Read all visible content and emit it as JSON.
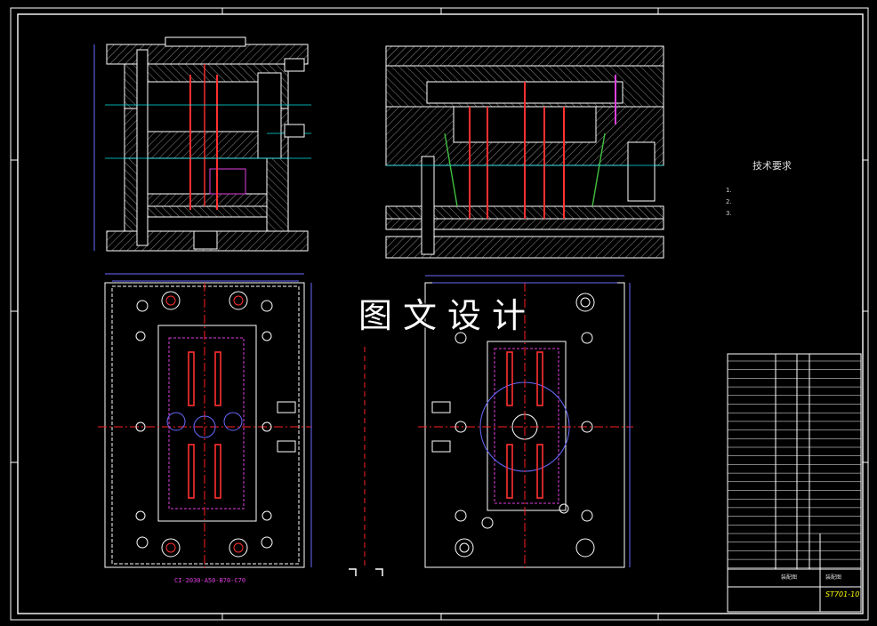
{
  "drawing": {
    "watermark": "图文设计",
    "tech_requirements_title": "技术要求",
    "tech_requirements": [
      "1.",
      "2.",
      "3."
    ],
    "part_code": "CI-2030-A50-B70-C70",
    "title_block_label_1": "装配图",
    "title_block_label_2": "装配图",
    "drawing_code": "ST701-10"
  },
  "colors": {
    "background": "#000000",
    "frame": "#ffffff",
    "outline": "#ffffff",
    "hatch": "#aaaaaa",
    "pin": "#ff3030",
    "cyan": "#00e0e0",
    "blue_balloon": "#4060ff",
    "center_line": "#ff2020",
    "dimension": "#6a6aff",
    "green": "#40c040",
    "magenta": "#e040e0",
    "yellow": "#ffff00"
  },
  "views": {
    "top_left": "section view A",
    "top_right": "section view B",
    "bottom_left": "moving half plan",
    "bottom_right": "fixed half plan"
  }
}
